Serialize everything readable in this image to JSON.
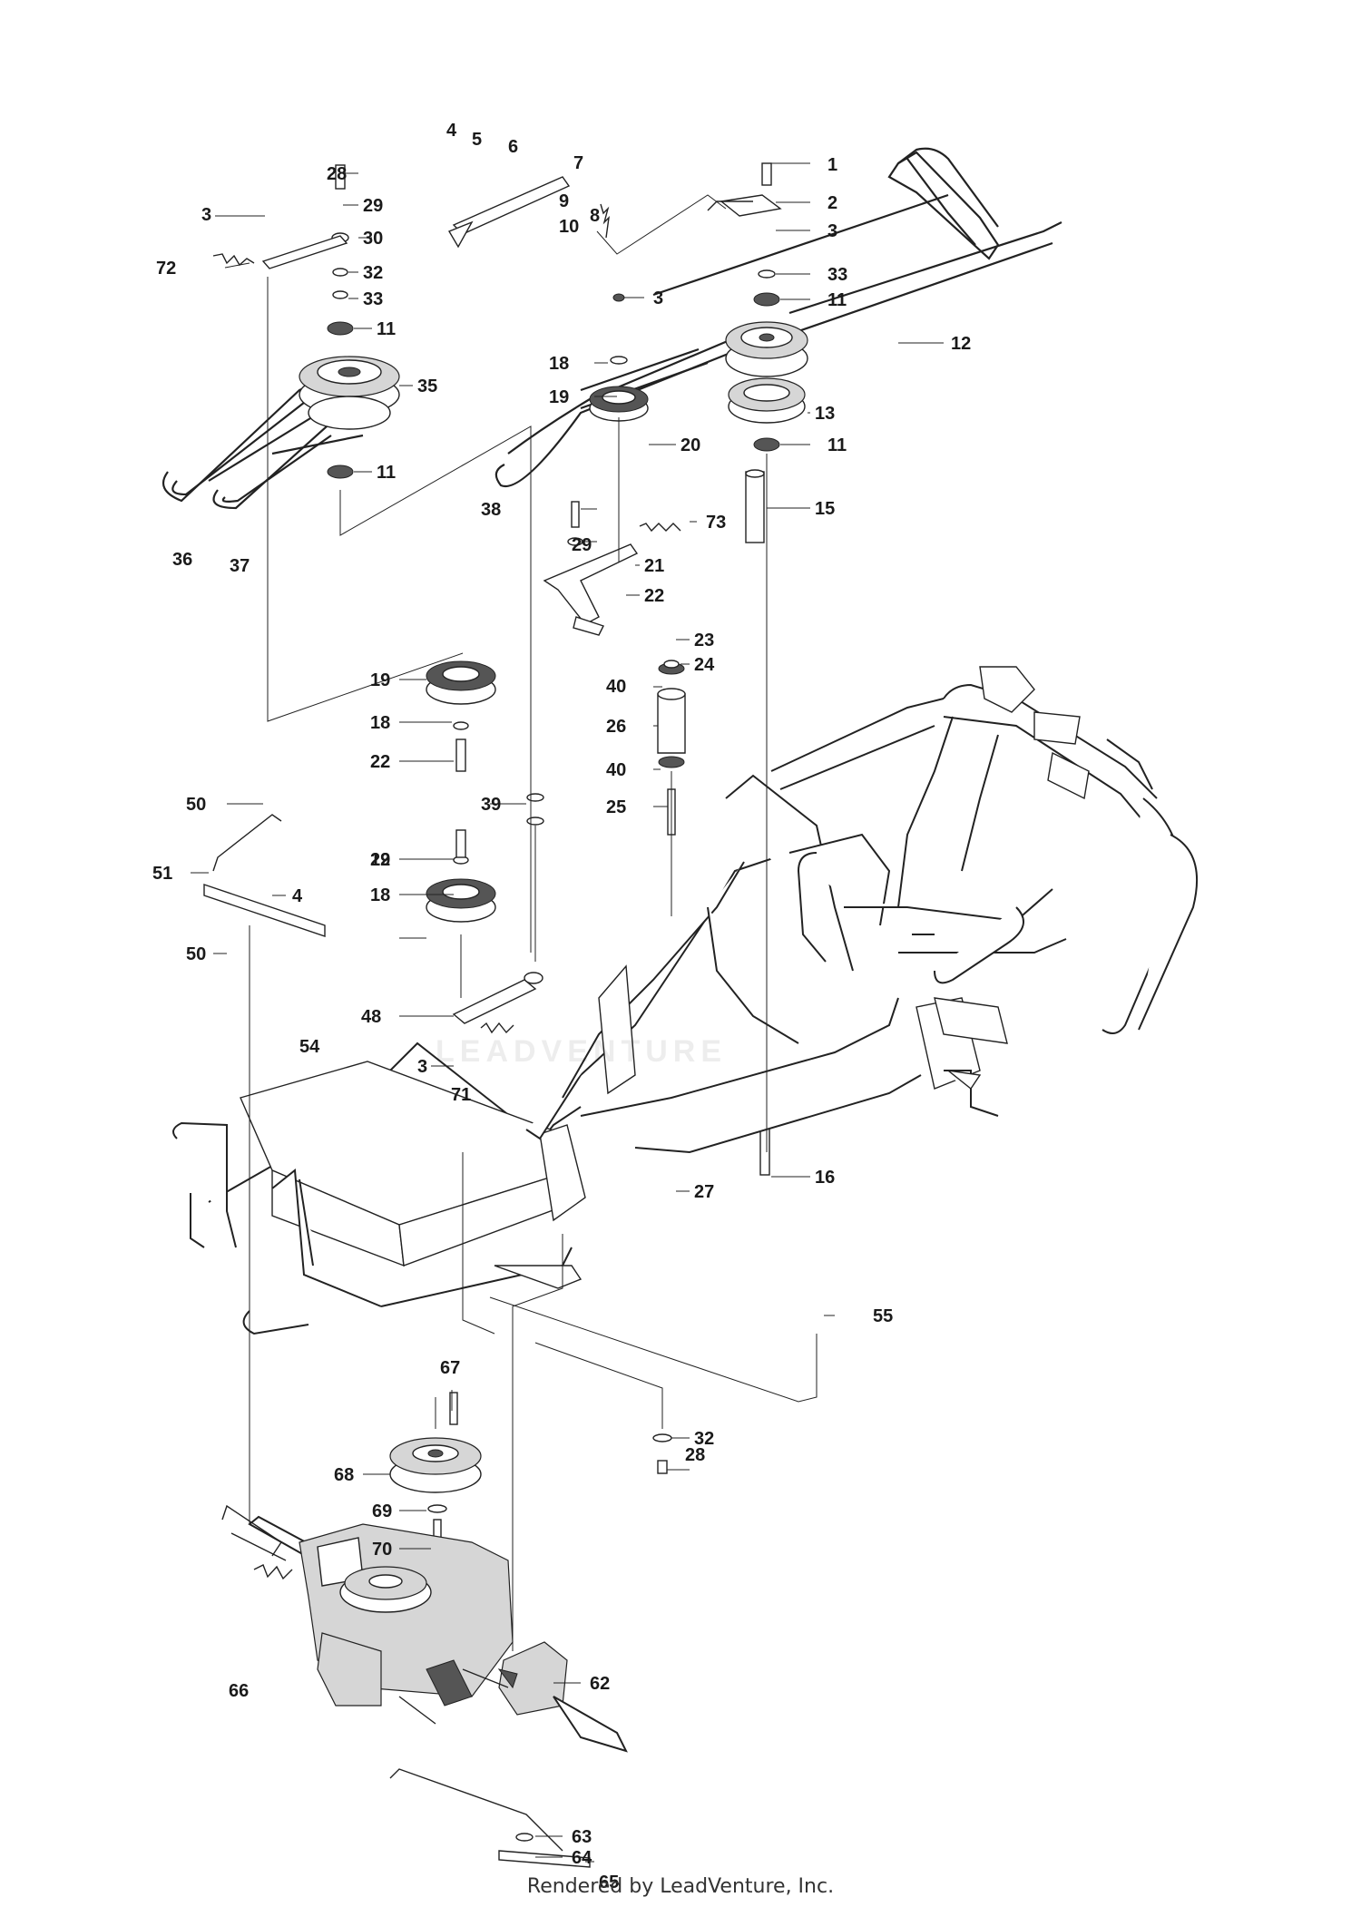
{
  "footer": {
    "text": "Rendered by LeadVenture, Inc."
  },
  "watermark": {
    "text": "LEADVENTURE"
  },
  "callouts": [
    {
      "id": "c1",
      "label": "1"
    },
    {
      "id": "c2",
      "label": "2"
    },
    {
      "id": "c3a",
      "label": "3"
    },
    {
      "id": "c3b",
      "label": "3"
    },
    {
      "id": "c3c",
      "label": "3"
    },
    {
      "id": "c3d",
      "label": "3"
    },
    {
      "id": "c4a",
      "label": "4"
    },
    {
      "id": "c4b",
      "label": "4"
    },
    {
      "id": "c5",
      "label": "5"
    },
    {
      "id": "c6",
      "label": "6"
    },
    {
      "id": "c7",
      "label": "7"
    },
    {
      "id": "c8",
      "label": "8"
    },
    {
      "id": "c9",
      "label": "9"
    },
    {
      "id": "c10",
      "label": "10"
    },
    {
      "id": "c11a",
      "label": "11"
    },
    {
      "id": "c11b",
      "label": "11"
    },
    {
      "id": "c11c",
      "label": "11"
    },
    {
      "id": "c11d",
      "label": "11"
    },
    {
      "id": "c12",
      "label": "12"
    },
    {
      "id": "c13",
      "label": "13"
    },
    {
      "id": "c15",
      "label": "15"
    },
    {
      "id": "c16",
      "label": "16"
    },
    {
      "id": "c18a",
      "label": "18"
    },
    {
      "id": "c18b",
      "label": "18"
    },
    {
      "id": "c18c",
      "label": "18"
    },
    {
      "id": "c19a",
      "label": "19"
    },
    {
      "id": "c19b",
      "label": "19"
    },
    {
      "id": "c19c",
      "label": "19"
    },
    {
      "id": "c20",
      "label": "20"
    },
    {
      "id": "c21",
      "label": "21"
    },
    {
      "id": "c22a",
      "label": "22"
    },
    {
      "id": "c22b",
      "label": "22"
    },
    {
      "id": "c22c",
      "label": "22"
    },
    {
      "id": "c23",
      "label": "23"
    },
    {
      "id": "c24",
      "label": "24"
    },
    {
      "id": "c25",
      "label": "25"
    },
    {
      "id": "c26",
      "label": "26"
    },
    {
      "id": "c27",
      "label": "27"
    },
    {
      "id": "c28a",
      "label": "28"
    },
    {
      "id": "c28b",
      "label": "28"
    },
    {
      "id": "c29a",
      "label": "29"
    },
    {
      "id": "c29b",
      "label": "29"
    },
    {
      "id": "c30",
      "label": "30"
    },
    {
      "id": "c32a",
      "label": "32"
    },
    {
      "id": "c32b",
      "label": "32"
    },
    {
      "id": "c33a",
      "label": "33"
    },
    {
      "id": "c33b",
      "label": "33"
    },
    {
      "id": "c35",
      "label": "35"
    },
    {
      "id": "c36",
      "label": "36"
    },
    {
      "id": "c37",
      "label": "37"
    },
    {
      "id": "c38",
      "label": "38"
    },
    {
      "id": "c39",
      "label": "39"
    },
    {
      "id": "c40a",
      "label": "40"
    },
    {
      "id": "c40b",
      "label": "40"
    },
    {
      "id": "c48",
      "label": "48"
    },
    {
      "id": "c50a",
      "label": "50"
    },
    {
      "id": "c50b",
      "label": "50"
    },
    {
      "id": "c51",
      "label": "51"
    },
    {
      "id": "c54",
      "label": "54"
    },
    {
      "id": "c55",
      "label": "55"
    },
    {
      "id": "c62",
      "label": "62"
    },
    {
      "id": "c63",
      "label": "63"
    },
    {
      "id": "c64",
      "label": "64"
    },
    {
      "id": "c65",
      "label": "65"
    },
    {
      "id": "c66",
      "label": "66"
    },
    {
      "id": "c67",
      "label": "67"
    },
    {
      "id": "c68",
      "label": "68"
    },
    {
      "id": "c69",
      "label": "69"
    },
    {
      "id": "c70",
      "label": "70"
    },
    {
      "id": "c71",
      "label": "71"
    },
    {
      "id": "c72",
      "label": "72"
    },
    {
      "id": "c73",
      "label": "73"
    }
  ]
}
